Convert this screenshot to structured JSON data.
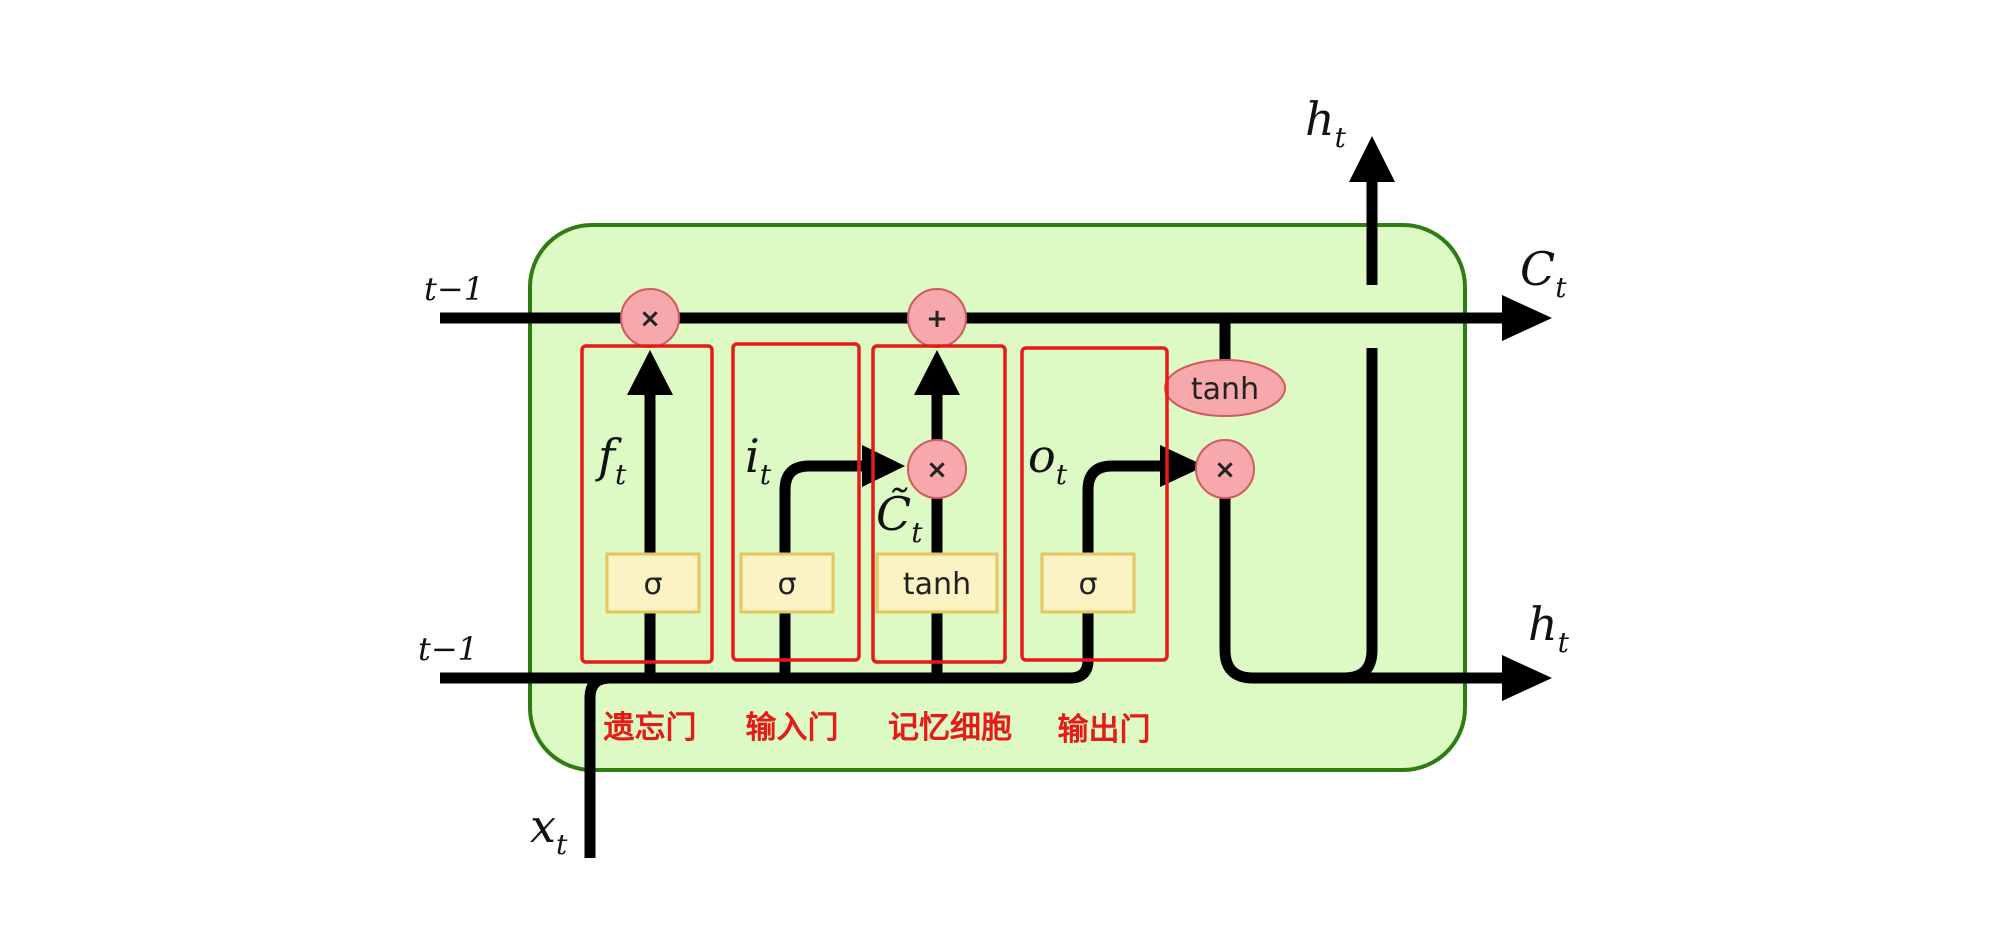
{
  "inputs": {
    "cell_prev_sub": "t−1",
    "hidden_prev_sub": "t−1",
    "x_main": "x",
    "x_sub": "t"
  },
  "outputs": {
    "h_top_main": "h",
    "h_top_sub": "t",
    "c_main": "C",
    "c_sub": "t",
    "h_right_main": "h",
    "h_right_sub": "t"
  },
  "operators": {
    "forget_mul": "×",
    "cell_add": "+",
    "input_mul": "×",
    "output_mul": "×"
  },
  "activations": {
    "forget": "σ",
    "input": "σ",
    "candidate": "tanh",
    "output": "σ",
    "cell_tanh": "tanh"
  },
  "symbols": {
    "f_main": "f",
    "f_sub": "t",
    "i_main": "i",
    "i_sub": "t",
    "ctilde_main": "C̃",
    "ctilde_sub": "t",
    "o_main": "o",
    "o_sub": "t"
  },
  "annotations": {
    "forget_gate": "遗忘门",
    "input_gate": "输入门",
    "memory_cell": "记忆细胞",
    "output_gate": "输出门"
  },
  "colors": {
    "cell_fill": "#ddf9c4",
    "cell_border": "#2e7d12",
    "op_fill": "#f6a8ac",
    "op_border": "#cf5a60",
    "gate_fill": "#fbf3c4",
    "gate_border": "#e3c65d",
    "highlight": "#e41b17"
  }
}
